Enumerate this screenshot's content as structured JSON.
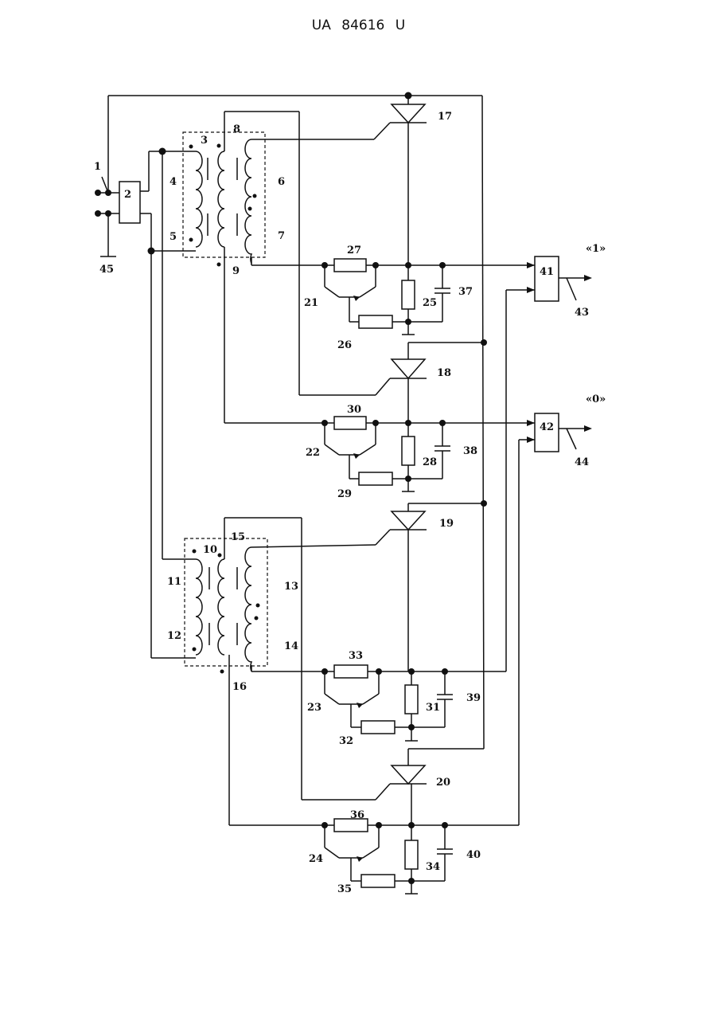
{
  "header": {
    "doc_number": "UA   84616   U"
  },
  "labels": {
    "n1": "1",
    "n2": "2",
    "n3": "3",
    "n4": "4",
    "n5": "5",
    "n6": "6",
    "n7": "7",
    "n8": "8",
    "n9": "9",
    "n10": "10",
    "n11": "11",
    "n12": "12",
    "n13": "13",
    "n14": "14",
    "n15": "15",
    "n16": "16",
    "n17": "17",
    "n18": "18",
    "n19": "19",
    "n20": "20",
    "n21": "21",
    "n22": "22",
    "n23": "23",
    "n24": "24",
    "n25": "25",
    "n26": "26",
    "n27": "27",
    "n28": "28",
    "n29": "29",
    "n30": "30",
    "n31": "31",
    "n32": "32",
    "n33": "33",
    "n34": "34",
    "n35": "35",
    "n36": "36",
    "n37": "37",
    "n38": "38",
    "n39": "39",
    "n40": "40",
    "n41": "41",
    "n42": "42",
    "n43": "43",
    "n44": "44",
    "n45": "45",
    "out1": "«1»",
    "out0": "«0»"
  }
}
